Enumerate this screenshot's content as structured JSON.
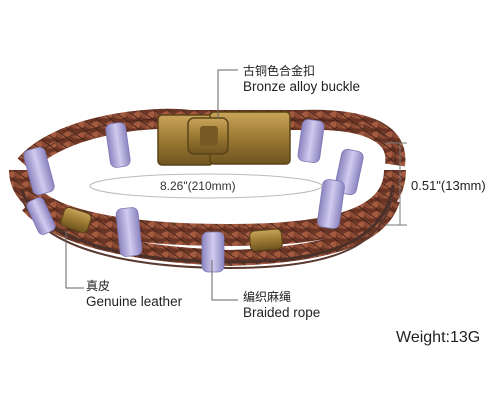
{
  "annotations": {
    "buckle": {
      "cn": "古铜色合金扣",
      "en": "Bronze alloy buckle"
    },
    "leather": {
      "cn": "真皮",
      "en": "Genuine leather"
    },
    "rope": {
      "cn": "编织麻绳",
      "en": "Braided rope"
    },
    "length": "8.26\"(210mm)",
    "width": "0.51\"(13mm)",
    "weight": "Weight:13G"
  },
  "colors": {
    "leather_dark": "#4a2a20",
    "leather_mid": "#7a3f2c",
    "leather_light": "#a45a3f",
    "rope": "#b9b2e0",
    "rope_shadow": "#8b84c0",
    "bronze": "#b08a3e",
    "bronze_dark": "#6f5420"
  }
}
